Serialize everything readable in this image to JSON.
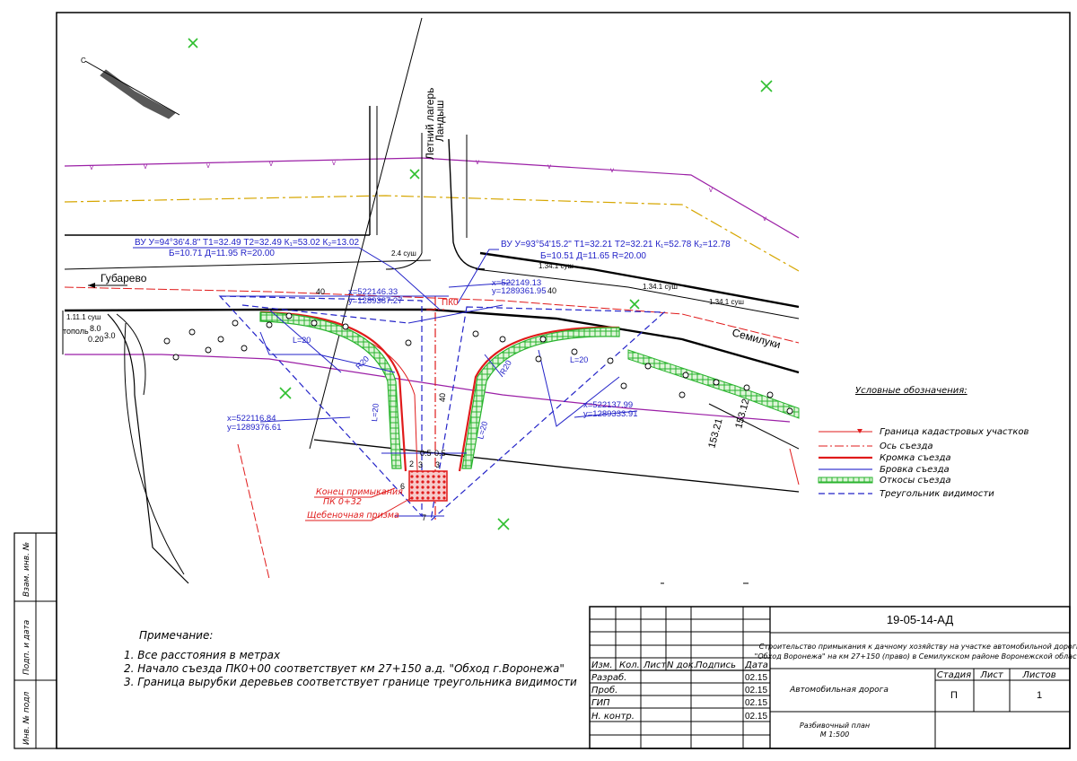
{
  "drawing": {
    "road_labels": {
      "west": "Губарево",
      "east": "Семилуки",
      "side_road_line1": "Летний лагерь",
      "side_road_line2": "Ландыш"
    },
    "curve_left": {
      "line1": "ВУ У=94°36'4.8\"  Т1=32.49  Т2=32.49  К₁=53.02  К₂=13.02",
      "line2": "Б=10.71  Д=11.95  R=20.00"
    },
    "curve_right": {
      "line1": "ВУ У=93°54'15.2\"  Т1=32.21  Т2=32.21  К₁=52.78  К₂=12.78",
      "line2": "Б=10.51  Д=11.65  R=20.00"
    },
    "coords": {
      "p1_x": "x=522146.33",
      "p1_y": "y=1289387.27",
      "p2_x": "x=522149.13",
      "p2_y": "y=1289361.95",
      "p3_x": "x=522116.84",
      "p3_y": "y=1289376.61",
      "p4_x": "x=522137.99",
      "p4_y": "y=1289333.91"
    },
    "labels": {
      "pk0": "ПК0",
      "l20_a": "L=20",
      "l20_b": "L=20",
      "l20_c": "L=20",
      "l20_d": "L=20",
      "r20_a": "R20",
      "r20_b": "R20",
      "dim40_a": "40",
      "dim40_b": "40",
      "dim40_c": "40",
      "dim_05a": "0.5",
      "dim_05b": "0.5",
      "dim_3a": "3",
      "dim_3b": "3",
      "dim_2": "2",
      "dim_6": "6",
      "dim_7": "7",
      "end_label_1": "Конец примыкания",
      "end_label_2": "ПК 0+32",
      "prism_label": "Щебеночная призма",
      "elev_1": "153.21",
      "elev_2": "153.12",
      "sush_1": "2.4 суш",
      "sush_2": "1.11.1 суш",
      "sush_3": "1.34.1 суш",
      "sush_4": "1.34.1 суш",
      "sush_5": "1.34.1 суш",
      "topo_1": "тополь",
      "topo_2": "8.0",
      "topo_3": "0.20",
      "topo_4": "3.0"
    }
  },
  "legend": {
    "title": "Условные обозначения:",
    "items": [
      "Граница кадастровых участков",
      "Ось съезда",
      "Кромка съезда",
      "Бровка съезда",
      "Откосы съезда",
      "Треугольник видимости"
    ]
  },
  "notes": {
    "title": "Примечание:",
    "items": [
      "1.  Все расстояния в метрах",
      "2.  Начало съезда ПК0+00 соответствует    км 27+150 а.д. \"Обход г.Воронежа\"",
      "3.  Граница вырубки деревьев соответствует границе треугольника видимости"
    ]
  },
  "side_stamp": {
    "a": "Взам. инв. №",
    "b": "Подп. и дата",
    "c": "Инв. № подл"
  },
  "title_block": {
    "code": "19-05-14-АД",
    "project_line1": "Строительство примыкания к дачному хозяйству на участке автомобильной дороги",
    "project_line2": "\"Обход Воронежа\" на км 27+150 (право) в Семилукском районе Воронежской области",
    "headers": [
      "Изм.",
      "Кол.",
      "Лист",
      "N док.",
      "Подпись",
      "Дата"
    ],
    "roles": [
      {
        "role": "Разраб.",
        "date": "02.15"
      },
      {
        "role": "Проб.",
        "date": "02.15"
      },
      {
        "role": "ГИП",
        "date": "02.15"
      },
      {
        "role": "Н. контр.",
        "date": "02.15"
      }
    ],
    "section": "Автомобильная дорога",
    "stage_label": "Стадия",
    "sheet_label": "Лист",
    "sheets_label": "Листов",
    "stage": "П",
    "sheet": "",
    "sheets": "1",
    "drawing_name": "Разбивочный план",
    "scale": "М 1:500"
  },
  "colors": {
    "cadastral": "#e01b1b",
    "axis": "#e01b1b",
    "edge": "#e01b1b",
    "brow": "#3a3ad0",
    "slope": "#29b42e",
    "visibility": "#2323c8",
    "gas": "#d6a600",
    "power": "#9b1fa6",
    "tree": "#2fbf2f"
  }
}
